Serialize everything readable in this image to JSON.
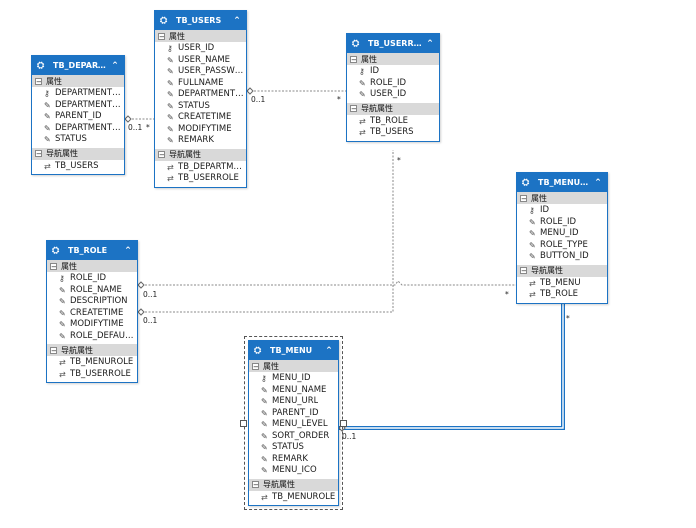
{
  "labels": {
    "properties": "属性",
    "navigation": "导航属性"
  },
  "icons": {
    "entity": "entity-icon",
    "key": "key-icon",
    "property": "wrench-icon",
    "navigation": "navigation-icon",
    "collapse": "chevron-up-icon",
    "section_toggle": "minus-icon"
  },
  "colors": {
    "header_blue": "#1c73c4",
    "section_gray": "#d9d9d9"
  },
  "entities": [
    {
      "id": "tb_department",
      "title": "TB_DEPART...",
      "properties": [
        {
          "name": "DEPARTMENT_...",
          "key": true
        },
        {
          "name": "DEPARTMENT_...",
          "key": false
        },
        {
          "name": "PARENT_ID",
          "key": false
        },
        {
          "name": "DEPARTMENT_...",
          "key": false
        },
        {
          "name": "STATUS",
          "key": false
        }
      ],
      "navigation": [
        "TB_USERS"
      ]
    },
    {
      "id": "tb_users",
      "title": "TB_USERS",
      "properties": [
        {
          "name": "USER_ID",
          "key": true
        },
        {
          "name": "USER_NAME",
          "key": false
        },
        {
          "name": "USER_PASSWO...",
          "key": false
        },
        {
          "name": "FULLNAME",
          "key": false
        },
        {
          "name": "DEPARTMENT_...",
          "key": false
        },
        {
          "name": "STATUS",
          "key": false
        },
        {
          "name": "CREATETIME",
          "key": false
        },
        {
          "name": "MODIFYTIME",
          "key": false
        },
        {
          "name": "REMARK",
          "key": false
        }
      ],
      "navigation": [
        "TB_DEPARTME...",
        "TB_USERROLE"
      ]
    },
    {
      "id": "tb_userrole",
      "title": "TB_USERROLE",
      "properties": [
        {
          "name": "ID",
          "key": true
        },
        {
          "name": "ROLE_ID",
          "key": false
        },
        {
          "name": "USER_ID",
          "key": false
        }
      ],
      "navigation": [
        "TB_ROLE",
        "TB_USERS"
      ]
    },
    {
      "id": "tb_menurole",
      "title": "TB_MENUROLE",
      "properties": [
        {
          "name": "ID",
          "key": true
        },
        {
          "name": "ROLE_ID",
          "key": false
        },
        {
          "name": "MENU_ID",
          "key": false
        },
        {
          "name": "ROLE_TYPE",
          "key": false
        },
        {
          "name": "BUTTON_ID",
          "key": false
        }
      ],
      "navigation": [
        "TB_MENU",
        "TB_ROLE"
      ]
    },
    {
      "id": "tb_role",
      "title": "TB_ROLE",
      "properties": [
        {
          "name": "ROLE_ID",
          "key": true
        },
        {
          "name": "ROLE_NAME",
          "key": false
        },
        {
          "name": "DESCRIPTION",
          "key": false
        },
        {
          "name": "CREATETIME",
          "key": false
        },
        {
          "name": "MODIFYTIME",
          "key": false
        },
        {
          "name": "ROLE_DEFAUL...",
          "key": false
        }
      ],
      "navigation": [
        "TB_MENUROLE",
        "TB_USERROLE"
      ]
    },
    {
      "id": "tb_menu",
      "title": "TB_MENU",
      "selected": true,
      "properties": [
        {
          "name": "MENU_ID",
          "key": true
        },
        {
          "name": "MENU_NAME",
          "key": false
        },
        {
          "name": "MENU_URL",
          "key": false
        },
        {
          "name": "PARENT_ID",
          "key": false
        },
        {
          "name": "MENU_LEVEL",
          "key": false
        },
        {
          "name": "SORT_ORDER",
          "key": false
        },
        {
          "name": "STATUS",
          "key": false
        },
        {
          "name": "REMARK",
          "key": false
        },
        {
          "name": "MENU_ICO",
          "key": false
        }
      ],
      "navigation": [
        "TB_MENUROLE"
      ]
    }
  ],
  "associations": [
    {
      "id": "dept-users",
      "from": "tb_department",
      "to": "tb_users",
      "from_mult": "0..1",
      "to_mult": "*"
    },
    {
      "id": "users-userrole",
      "from": "tb_users",
      "to": "tb_userrole",
      "from_mult": "0..1",
      "to_mult": "*"
    },
    {
      "id": "role-menurole",
      "from": "tb_role",
      "to": "tb_menurole",
      "from_mult": "0..1",
      "to_mult": "*"
    },
    {
      "id": "role-userrole",
      "from": "tb_role",
      "to": "tb_userrole",
      "from_mult": "0..1",
      "to_mult": "*"
    },
    {
      "id": "menu-menurole",
      "from": "tb_menu",
      "to": "tb_menurole",
      "from_mult": "0..1",
      "to_mult": "*"
    }
  ]
}
